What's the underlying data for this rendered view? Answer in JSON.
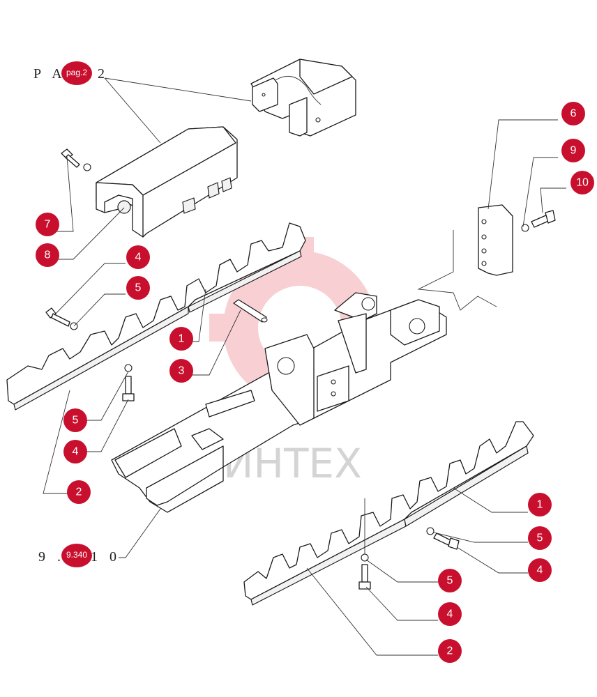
{
  "watermark": {
    "text": "ИНТЕХ",
    "logo_color": "#e0303a"
  },
  "references": {
    "top_left_prefix": "P A",
    "top_left_badge": "pag.2",
    "top_left_suffix": "2",
    "bottom_left_prefix": "9 .",
    "bottom_left_badge": "9.340",
    "bottom_left_suffix": "1 0"
  },
  "callout_color": "#c8102e",
  "callouts": [
    {
      "id": "c6",
      "label": "6"
    },
    {
      "id": "c9",
      "label": "9"
    },
    {
      "id": "c10",
      "label": "10"
    },
    {
      "id": "c7",
      "label": "7"
    },
    {
      "id": "c8",
      "label": "8"
    },
    {
      "id": "c4a",
      "label": "4"
    },
    {
      "id": "c5a",
      "label": "5"
    },
    {
      "id": "c1a",
      "label": "1"
    },
    {
      "id": "c3",
      "label": "3"
    },
    {
      "id": "c5b",
      "label": "5"
    },
    {
      "id": "c4b",
      "label": "4"
    },
    {
      "id": "c2a",
      "label": "2"
    },
    {
      "id": "c1b",
      "label": "1"
    },
    {
      "id": "c5c",
      "label": "5"
    },
    {
      "id": "c4c",
      "label": "4"
    },
    {
      "id": "c5d",
      "label": "5"
    },
    {
      "id": "c4d",
      "label": "4"
    },
    {
      "id": "c2b",
      "label": "2"
    }
  ]
}
